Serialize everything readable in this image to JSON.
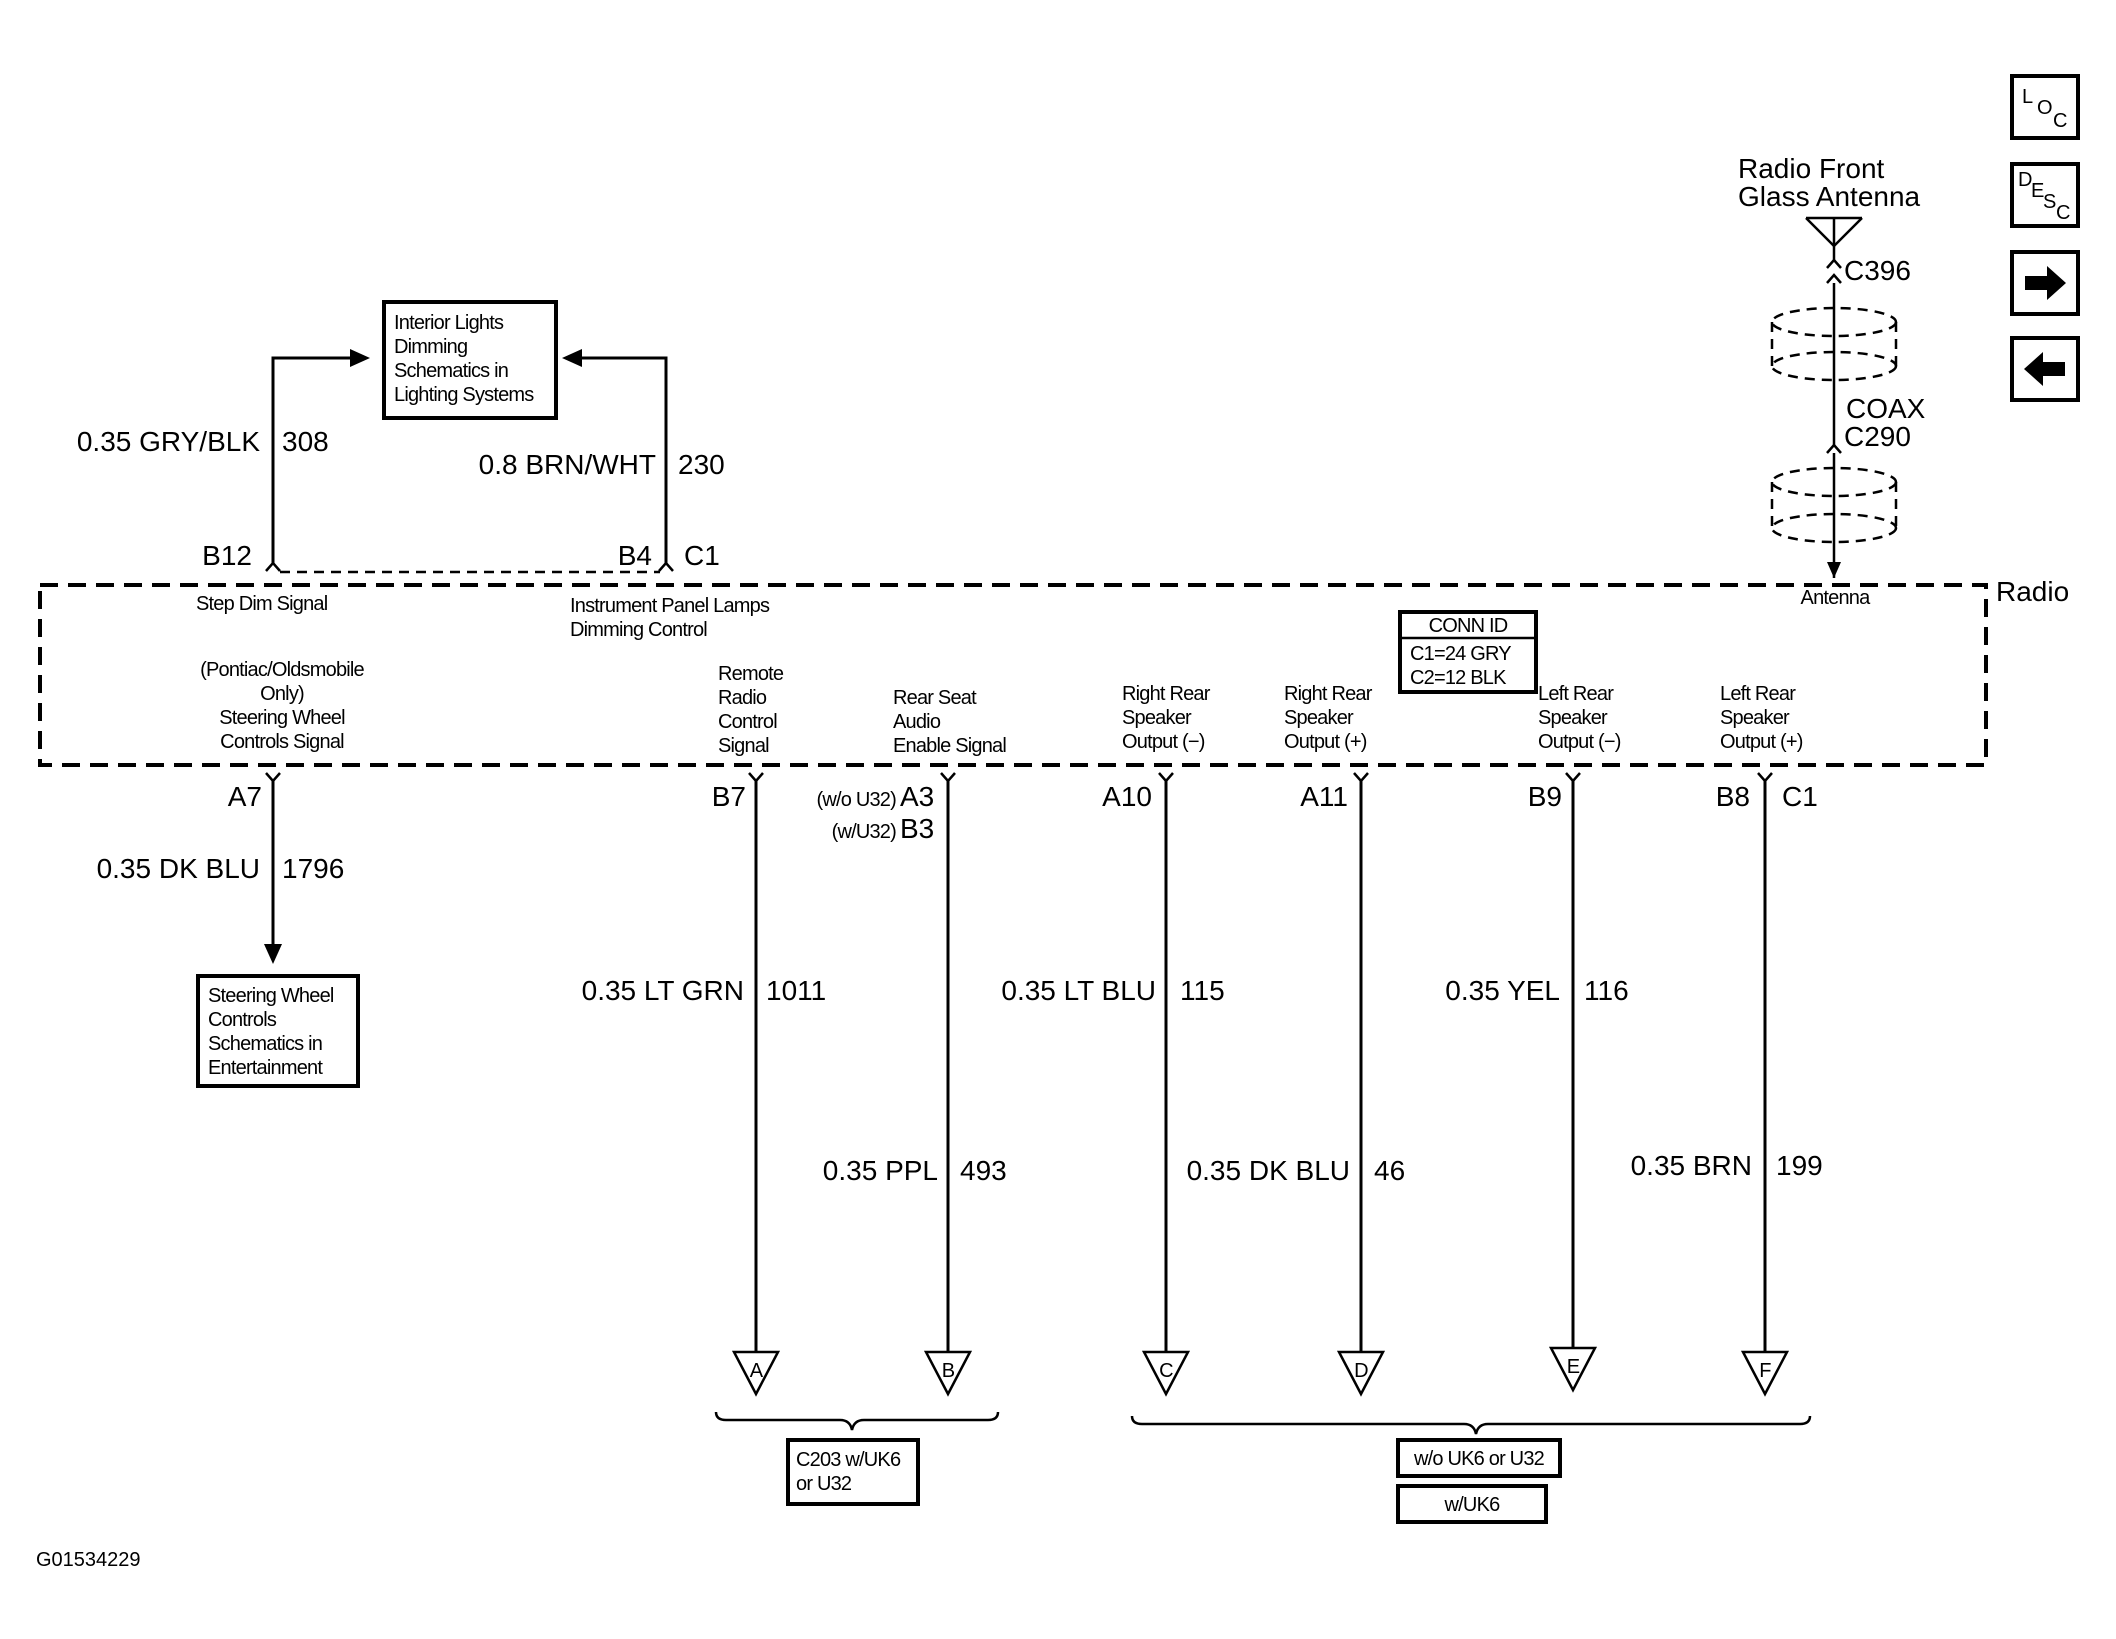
{
  "figure_id": "G01534229",
  "nav_buttons": [
    {
      "label": "LOC"
    },
    {
      "label": "DESC"
    },
    {
      "label": "next"
    },
    {
      "label": "previous"
    }
  ],
  "antenna": {
    "name_line1": "Radio Front",
    "name_line2": "Glass Antenna",
    "connector_top": "C396",
    "coax_label": "COAX",
    "connector_mid": "C290",
    "radio_pin": "Antenna"
  },
  "radio": {
    "name": "Radio",
    "conn_id_title": "CONN ID",
    "conn_id_c1": "C1=24 GRY",
    "conn_id_c2": "C2=12 BLK"
  },
  "upper": {
    "dest_box": [
      "Interior Lights",
      "Dimming",
      "Schematics in",
      "Lighting Systems"
    ],
    "wire_308": {
      "color": "0.35 GRY/BLK",
      "circuit": "308",
      "pin": "B12",
      "signal": "Step Dim Signal"
    },
    "wire_230": {
      "color": "0.8 BRN/WHT",
      "circuit": "230",
      "pin": "B4",
      "connector": "C1",
      "signal_line1": "Instrument Panel Lamps",
      "signal_line2": "Dimming Control"
    }
  },
  "steering": {
    "signal": [
      "(Pontiac/Oldsmobile",
      "Only)",
      "Steering Wheel",
      "Controls Signal"
    ],
    "pin": "A7",
    "color": "0.35 DK BLU",
    "circuit": "1796",
    "dest_box": [
      "Steering Wheel",
      "Controls",
      "Schematics in",
      "Entertainment"
    ]
  },
  "outputs": [
    {
      "signal": [
        "Remote",
        "Radio",
        "Control",
        "Signal"
      ],
      "pin": "B7",
      "color": "0.35 LT GRN",
      "circuit": "1011",
      "terminal": "A"
    },
    {
      "signal": [
        "Rear Seat",
        "Audio",
        "Enable Signal"
      ],
      "pin_a_note": "(w/o U32)",
      "pin_a": "A3",
      "pin_b_note": "(w/U32)",
      "pin_b": "B3",
      "color": "0.35 PPL",
      "circuit": "493",
      "terminal": "B"
    },
    {
      "signal": [
        "Right Rear",
        "Speaker",
        "Output (−)"
      ],
      "pin": "A10",
      "color": "0.35 LT BLU",
      "circuit": "115",
      "terminal": "C"
    },
    {
      "signal": [
        "Right Rear",
        "Speaker",
        "Output (+)"
      ],
      "pin": "A11",
      "color": "0.35 DK BLU",
      "circuit": "46",
      "terminal": "D"
    },
    {
      "signal": [
        "Left  Rear",
        "Speaker",
        "Output (−)"
      ],
      "pin": "B9",
      "color": "0.35 YEL",
      "circuit": "116",
      "terminal": "E"
    },
    {
      "signal": [
        "Left Rear",
        "Speaker",
        "Output (+)"
      ],
      "pin": "B8",
      "connector": "C1",
      "color": "0.35 BRN",
      "circuit": "199",
      "terminal": "F"
    }
  ],
  "groups": {
    "left_box": [
      "C203 w/UK6",
      "or U32"
    ],
    "right_box_1": "w/o UK6 or U32",
    "right_box_2": "w/UK6"
  }
}
